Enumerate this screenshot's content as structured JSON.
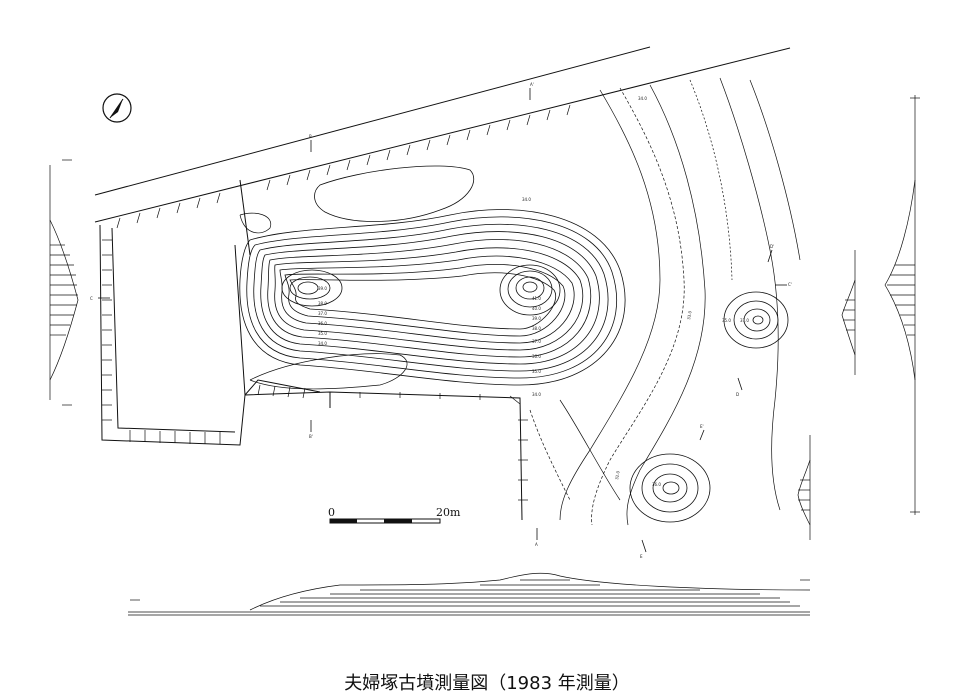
{
  "caption": "夫婦塚古墳測量図（1983 年測量）",
  "scale_bar": {
    "start_label": "0",
    "end_label": "20m"
  },
  "section_labels": {
    "A_start": "A",
    "A_end": "A'",
    "B_start": "B",
    "B_end": "B'",
    "C_start": "C",
    "C_end": "C'",
    "D_start": "D",
    "D_end": "D'",
    "E_start": "E",
    "E_end": "E'"
  },
  "contour_labels": {
    "west_top": "39.0",
    "east_top": "41.0",
    "west_1": "38.0",
    "west_2": "37.0",
    "west_3": "36.0",
    "west_4": "35.0",
    "west_5": "34.0",
    "east_1": "40.0",
    "east_2": "39.0",
    "east_3": "38.0",
    "east_4": "37.0",
    "east_5": "36.0",
    "east_6": "35.0",
    "south_34": "34.0",
    "north_34": "34.0",
    "road": "34.0",
    "mid_33": "33.0",
    "low_32": "32.0",
    "d_mound": "37.0",
    "e_mound": "36.0",
    "d_side": "35.0"
  },
  "north_arrow": {
    "icon": "north-arrow-icon"
  }
}
